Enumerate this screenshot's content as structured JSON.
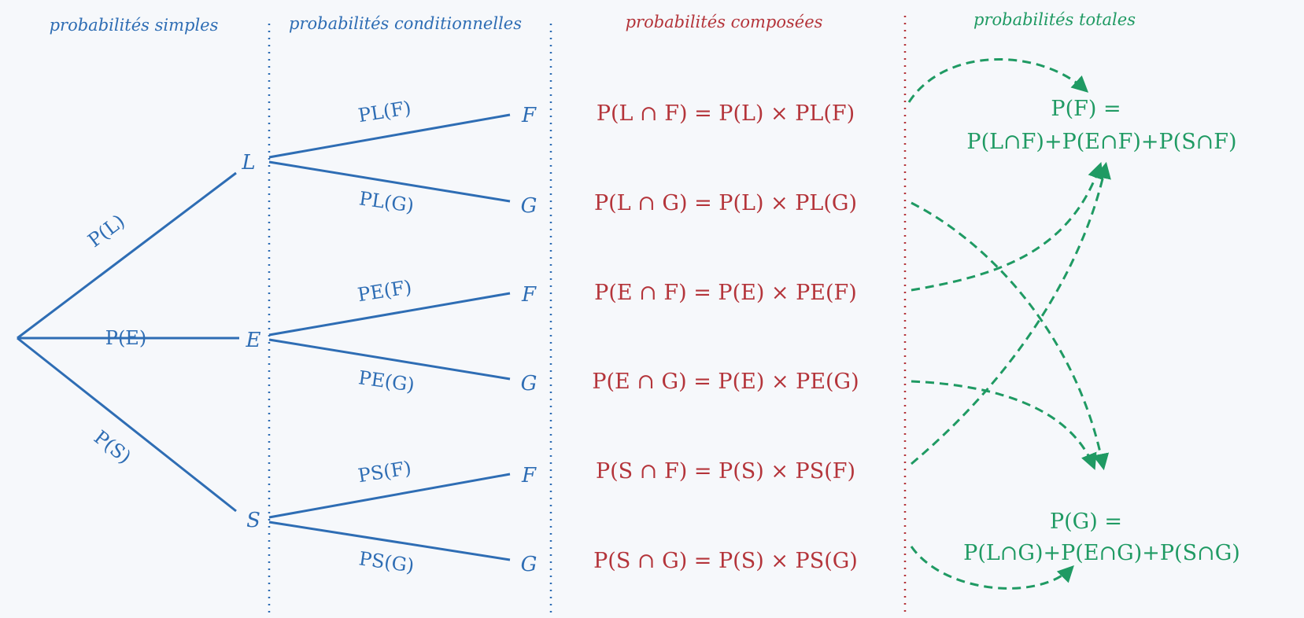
{
  "colors": {
    "blue": "#2e6db4",
    "red": "#b4343a",
    "green": "#1f9a63",
    "divider_blue": "#2e6db4",
    "divider_red": "#b4343a"
  },
  "headers": {
    "simple": "probabilités simples",
    "conditional": "probabilités conditionnelles",
    "compound": "probabilités composées",
    "total": "probabilités totales"
  },
  "tree": {
    "first_level": [
      {
        "node": "L",
        "branch_label": "P(L)"
      },
      {
        "node": "E",
        "branch_label": "P(E)"
      },
      {
        "node": "S",
        "branch_label": "P(S)"
      }
    ],
    "second_level": [
      {
        "leaf": "F",
        "branch_label": "PL(F)"
      },
      {
        "leaf": "G",
        "branch_label": "PL(G)"
      },
      {
        "leaf": "F",
        "branch_label": "PE(F)"
      },
      {
        "leaf": "G",
        "branch_label": "PE(G)"
      },
      {
        "leaf": "F",
        "branch_label": "PS(F)"
      },
      {
        "leaf": "G",
        "branch_label": "PS(G)"
      }
    ]
  },
  "compound_formulas": [
    "P(L ∩ F) = P(L) × PL(F)",
    "P(L ∩ G) = P(L) × PL(G)",
    "P(E ∩ F) = P(E) × PE(F)",
    "P(E ∩ G) = P(E) × PE(G)",
    "P(S ∩ F) = P(S) × PS(F)",
    "P(S ∩ G) = P(S) × PS(G)"
  ],
  "totals": {
    "f_line1": "P(F) =",
    "f_line2": "P(L∩F)+P(E∩F)+P(S∩F)",
    "g_line1": "P(G) =",
    "g_line2": "P(L∩G)+P(E∩G)+P(S∩G)"
  }
}
